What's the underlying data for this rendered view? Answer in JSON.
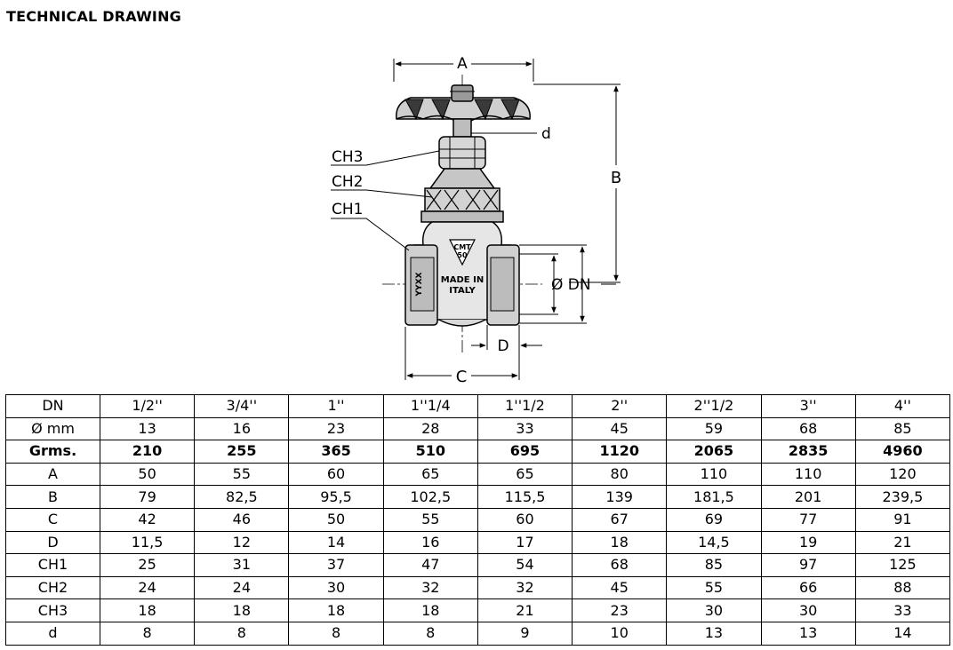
{
  "heading": "TECHNICAL DRAWING",
  "drawing": {
    "label_a": "A",
    "label_b": "B",
    "label_c": "C",
    "label_d_upper": "D",
    "label_d_lower": "d",
    "label_dn": "Ø DN",
    "label_ch1": "CH1",
    "label_ch2": "CH2",
    "label_ch3": "CH3",
    "stamp_top": "CMT",
    "stamp_num": "50",
    "made_in_1": "MADE IN",
    "made_in_2": "ITALY",
    "side_mark": "YYXX"
  },
  "table": {
    "rows": [
      {
        "label": "DN",
        "bold": false,
        "values": [
          "1/2''",
          "3/4''",
          "1''",
          "1''1/4",
          "1''1/2",
          "2''",
          "2''1/2",
          "3''",
          "4''"
        ]
      },
      {
        "label": "Ø mm",
        "bold": false,
        "values": [
          "13",
          "16",
          "23",
          "28",
          "33",
          "45",
          "59",
          "68",
          "85"
        ]
      },
      {
        "label": "Grms.",
        "bold": true,
        "values": [
          "210",
          "255",
          "365",
          "510",
          "695",
          "1120",
          "2065",
          "2835",
          "4960"
        ]
      },
      {
        "label": "A",
        "bold": false,
        "values": [
          "50",
          "55",
          "60",
          "65",
          "65",
          "80",
          "110",
          "110",
          "120"
        ]
      },
      {
        "label": "B",
        "bold": false,
        "values": [
          "79",
          "82,5",
          "95,5",
          "102,5",
          "115,5",
          "139",
          "181,5",
          "201",
          "239,5"
        ]
      },
      {
        "label": "C",
        "bold": false,
        "values": [
          "42",
          "46",
          "50",
          "55",
          "60",
          "67",
          "69",
          "77",
          "91"
        ]
      },
      {
        "label": "D",
        "bold": false,
        "values": [
          "11,5",
          "12",
          "14",
          "16",
          "17",
          "18",
          "14,5",
          "19",
          "21"
        ]
      },
      {
        "label": "CH1",
        "bold": false,
        "values": [
          "25",
          "31",
          "37",
          "47",
          "54",
          "68",
          "85",
          "97",
          "125"
        ]
      },
      {
        "label": "CH2",
        "bold": false,
        "values": [
          "24",
          "24",
          "30",
          "32",
          "32",
          "45",
          "55",
          "66",
          "88"
        ]
      },
      {
        "label": "CH3",
        "bold": false,
        "values": [
          "18",
          "18",
          "18",
          "18",
          "21",
          "23",
          "30",
          "30",
          "33"
        ]
      },
      {
        "label": "d",
        "bold": false,
        "values": [
          "8",
          "8",
          "8",
          "8",
          "9",
          "10",
          "13",
          "13",
          "14"
        ]
      }
    ]
  }
}
